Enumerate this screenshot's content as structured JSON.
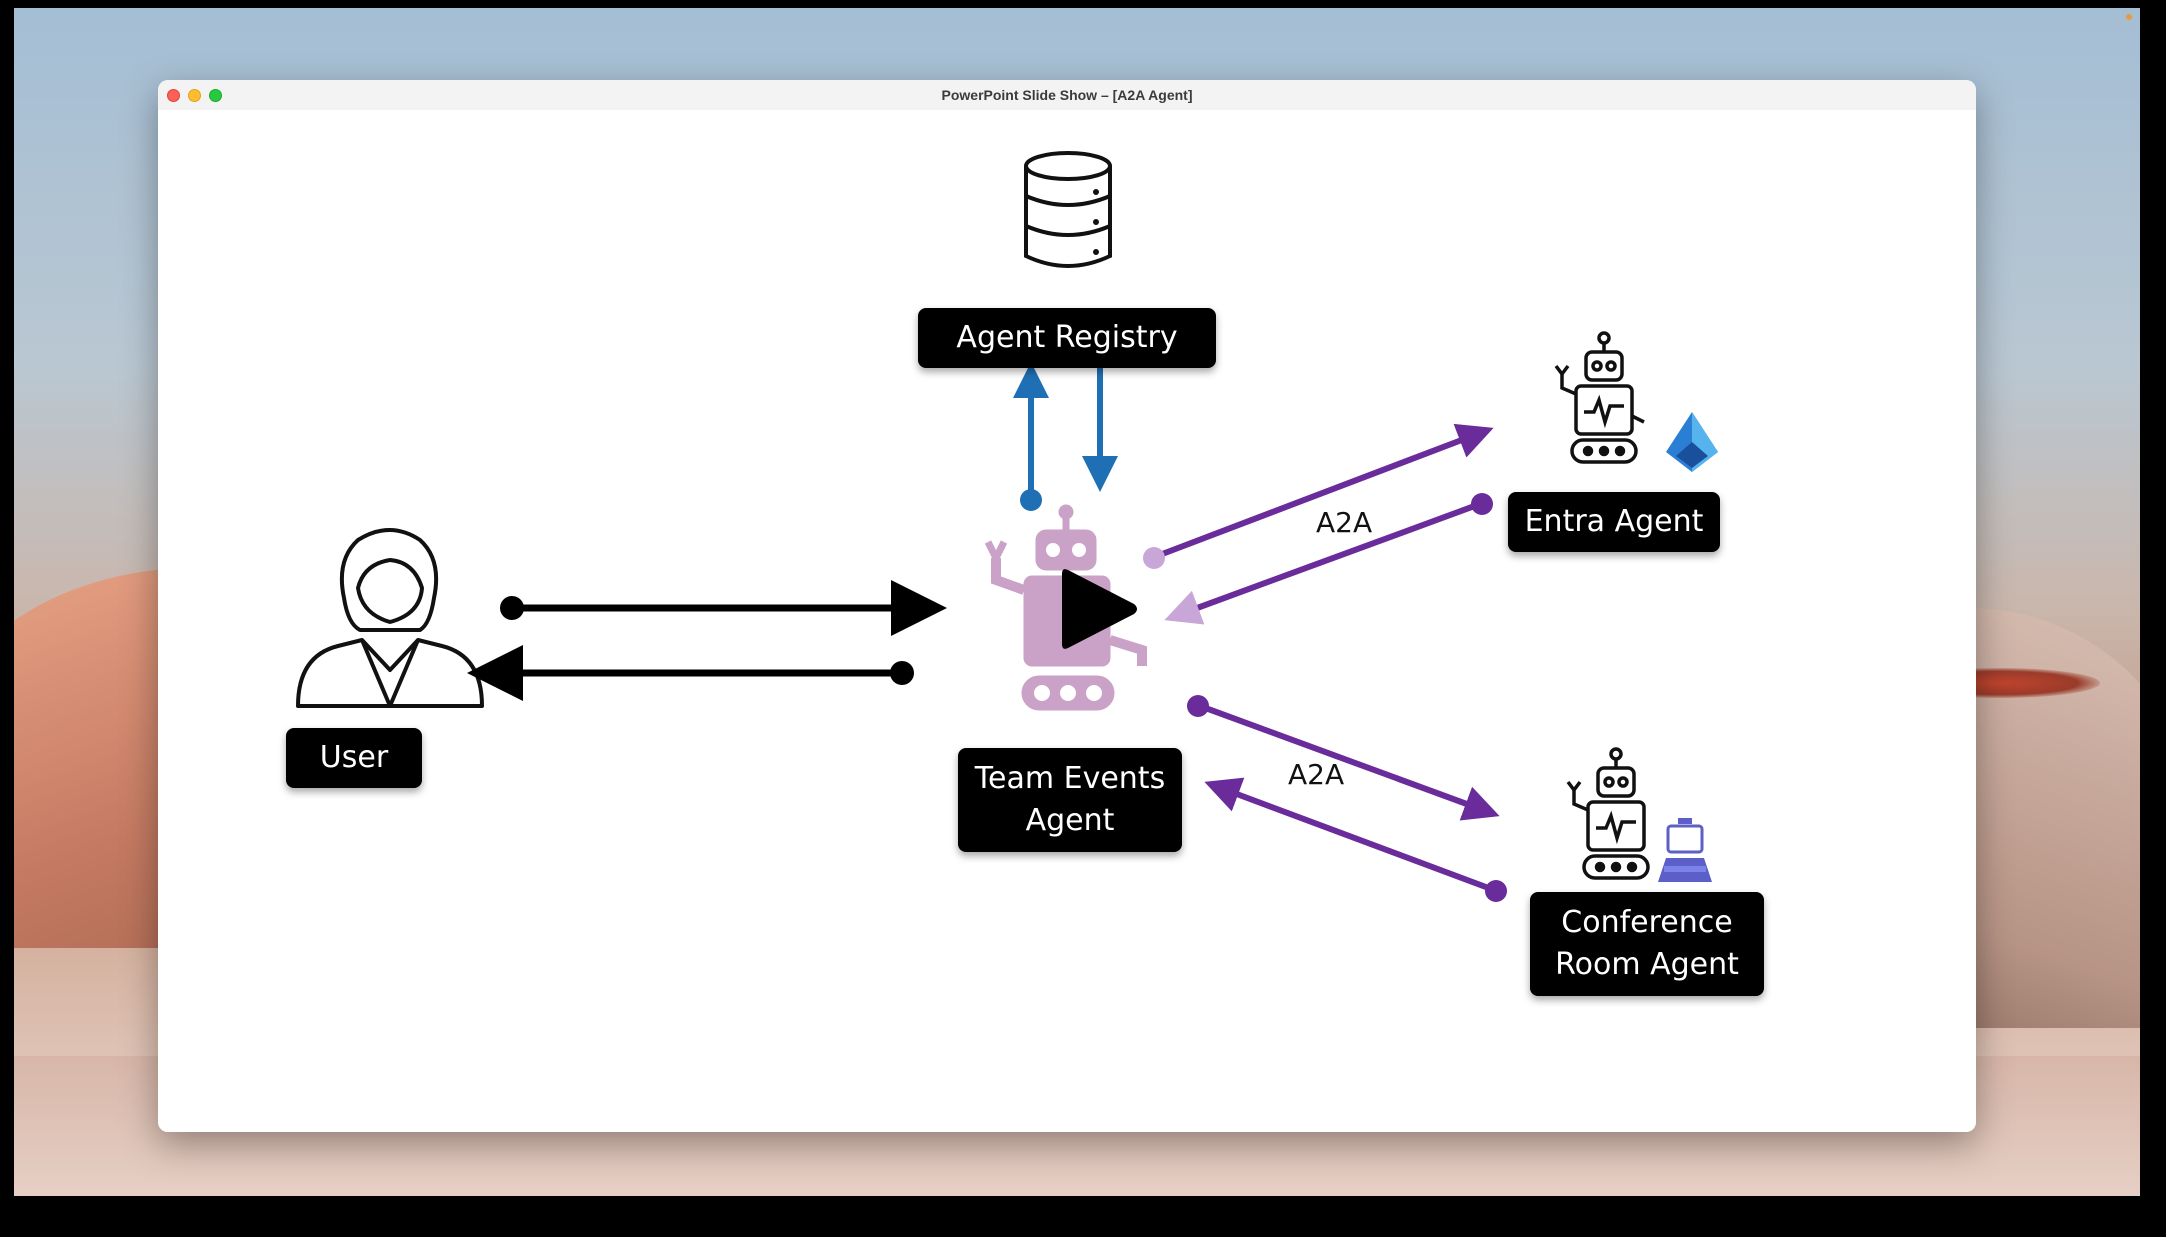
{
  "window": {
    "title": "PowerPoint Slide Show – [A2A Agent]"
  },
  "slide": {
    "agent_registry": "Agent Registry",
    "user": "User",
    "team_events_agent": "Team Events Agent",
    "entra_agent": "Entra Agent",
    "conference_room_agent": "Conference Room Agent",
    "a2a_top": "A2A",
    "a2a_bottom": "A2A"
  },
  "icons": [
    "database-icon",
    "user-icon",
    "robot-icon",
    "azure-entra-icon",
    "teams-room-icon",
    "play-icon"
  ],
  "colors": {
    "blue_arrow": "#1f6fb5",
    "purple_arrow": "#6a2c9a",
    "robot_pink": "#caa2c8",
    "label_bg": "#000000"
  }
}
